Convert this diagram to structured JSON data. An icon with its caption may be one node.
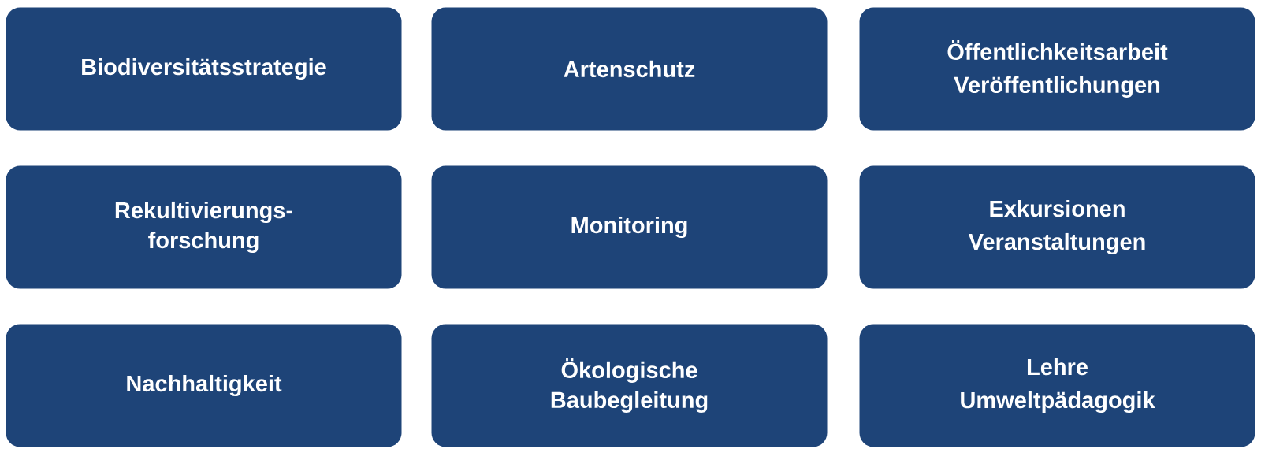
{
  "diagram": {
    "nodes": [
      {
        "text": [
          "Biodiversitätsstrategie"
        ]
      },
      {
        "text": [
          "Artenschutz"
        ]
      },
      {
        "text": [
          "Öffentlichkeitsarbeit",
          "Veröffentlichungen"
        ]
      },
      {
        "text": [
          "Rekultivierungs- forschung"
        ]
      },
      {
        "text": [
          "Monitoring"
        ]
      },
      {
        "text": [
          "Exkursionen",
          "Veranstaltungen"
        ]
      },
      {
        "text": [
          "Nachhaltigkeit"
        ]
      },
      {
        "text": [
          "Ökologische Baubegleitung"
        ]
      },
      {
        "text": [
          "Lehre",
          "Umweltpädagogik"
        ]
      }
    ]
  }
}
